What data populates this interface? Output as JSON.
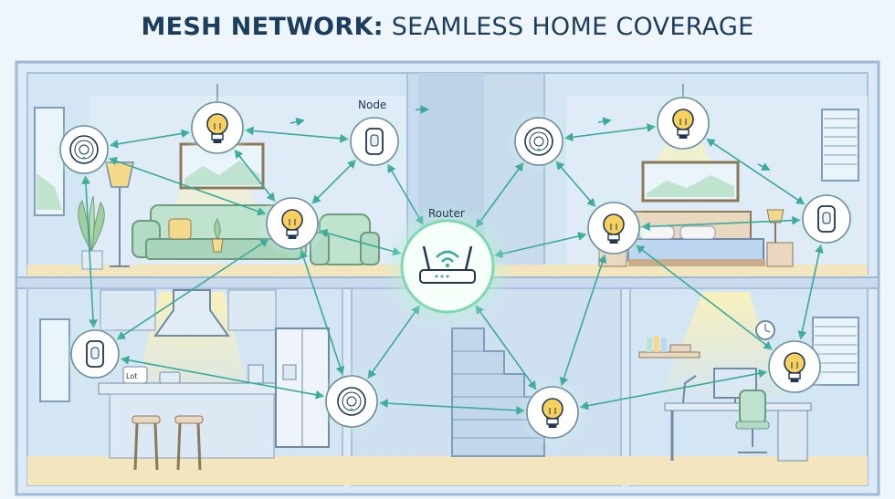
{
  "title": {
    "bold": "MESH NETWORK:",
    "rest": " SEAMLESS HOME COVERAGE"
  },
  "labels": {
    "node": "Node",
    "router": "Router"
  },
  "kitchen_sign": "Lot",
  "colors": {
    "background": "#eef5fb",
    "wall": "#d7e7f4",
    "frame": "#9cb9d6",
    "floor": "#f3e6bf",
    "connection": "#3aa99a",
    "glow": "#bff0d6",
    "bulb": "#f7d060",
    "sofa": "#bfe3cf",
    "title": "#1d3d5c"
  },
  "devices": [
    {
      "id": "smoke-living",
      "type": "smoke-detector"
    },
    {
      "id": "bulb-living-top",
      "type": "bulb"
    },
    {
      "id": "node-upper",
      "type": "node"
    },
    {
      "id": "bulb-living-mid",
      "type": "bulb"
    },
    {
      "id": "router",
      "type": "router"
    },
    {
      "id": "smoke-bedroom",
      "type": "smoke-detector"
    },
    {
      "id": "bulb-bedroom-top",
      "type": "bulb"
    },
    {
      "id": "bulb-bedroom-mid",
      "type": "bulb"
    },
    {
      "id": "node-bedroom",
      "type": "node"
    },
    {
      "id": "node-kitchen",
      "type": "node"
    },
    {
      "id": "smoke-kitchen",
      "type": "smoke-detector"
    },
    {
      "id": "bulb-stairs",
      "type": "bulb"
    },
    {
      "id": "bulb-office",
      "type": "bulb"
    }
  ]
}
